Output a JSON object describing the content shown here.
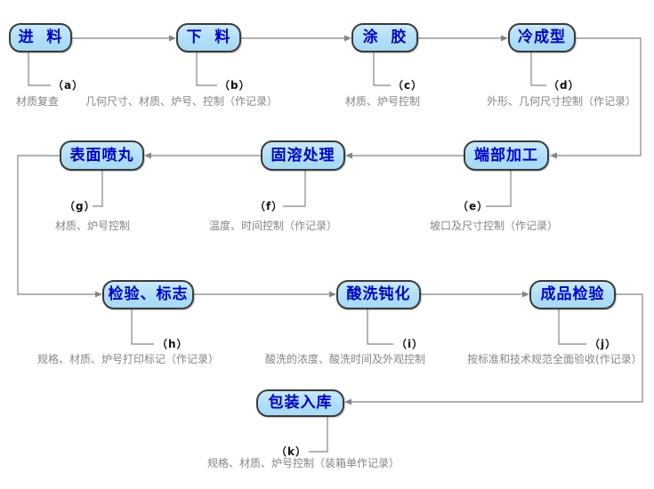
{
  "diagram": {
    "description": "Manufacturing quality-control process flowchart",
    "colors": {
      "box_fill": "#b0dff7",
      "box_border": "#3b3b3b",
      "box_text": "#0000cc",
      "connector_line": "#858585",
      "callout_label": "#111111",
      "description_text": "#858585",
      "background": "#ffffff"
    },
    "flow_order": [
      "a",
      "b",
      "c",
      "d",
      "e",
      "f",
      "g",
      "h",
      "i",
      "j",
      "k"
    ],
    "nodes": [
      {
        "id": "a",
        "title": "进  料",
        "label": "（a）",
        "desc": "材质复查"
      },
      {
        "id": "b",
        "title": "下  料",
        "label": "（b）",
        "desc": "几何尺寸、材质、炉号、控制（作记录）"
      },
      {
        "id": "c",
        "title": "涂  胶",
        "label": "（c）",
        "desc": "材质、炉号控制"
      },
      {
        "id": "d",
        "title": "冷成型",
        "label": "（d）",
        "desc": "外形、几何尺寸控制（作记录）"
      },
      {
        "id": "e",
        "title": "端部加工",
        "label": "（e）",
        "desc": "坡口及尺寸控制（作记录）"
      },
      {
        "id": "f",
        "title": "固溶处理",
        "label": "（f）",
        "desc": "温度、时间控制（作记录）"
      },
      {
        "id": "g",
        "title": "表面喷丸",
        "label": "（g）",
        "desc": "材质、炉号控制"
      },
      {
        "id": "h",
        "title": "检验、标志",
        "label": "（h）",
        "desc": "规格、材质、炉号打印标记（作记录）"
      },
      {
        "id": "i",
        "title": "酸洗钝化",
        "label": "（i）",
        "desc": "酸洗的浓度、酸洗时间及外观控制"
      },
      {
        "id": "j",
        "title": "成品检验",
        "label": "（j）",
        "desc": "按标准和技术规范全面验收(作记录）"
      },
      {
        "id": "k",
        "title": "包装入库",
        "label": "（k）",
        "desc": "规格、材质、炉号控制（装箱单作记录）"
      }
    ]
  }
}
